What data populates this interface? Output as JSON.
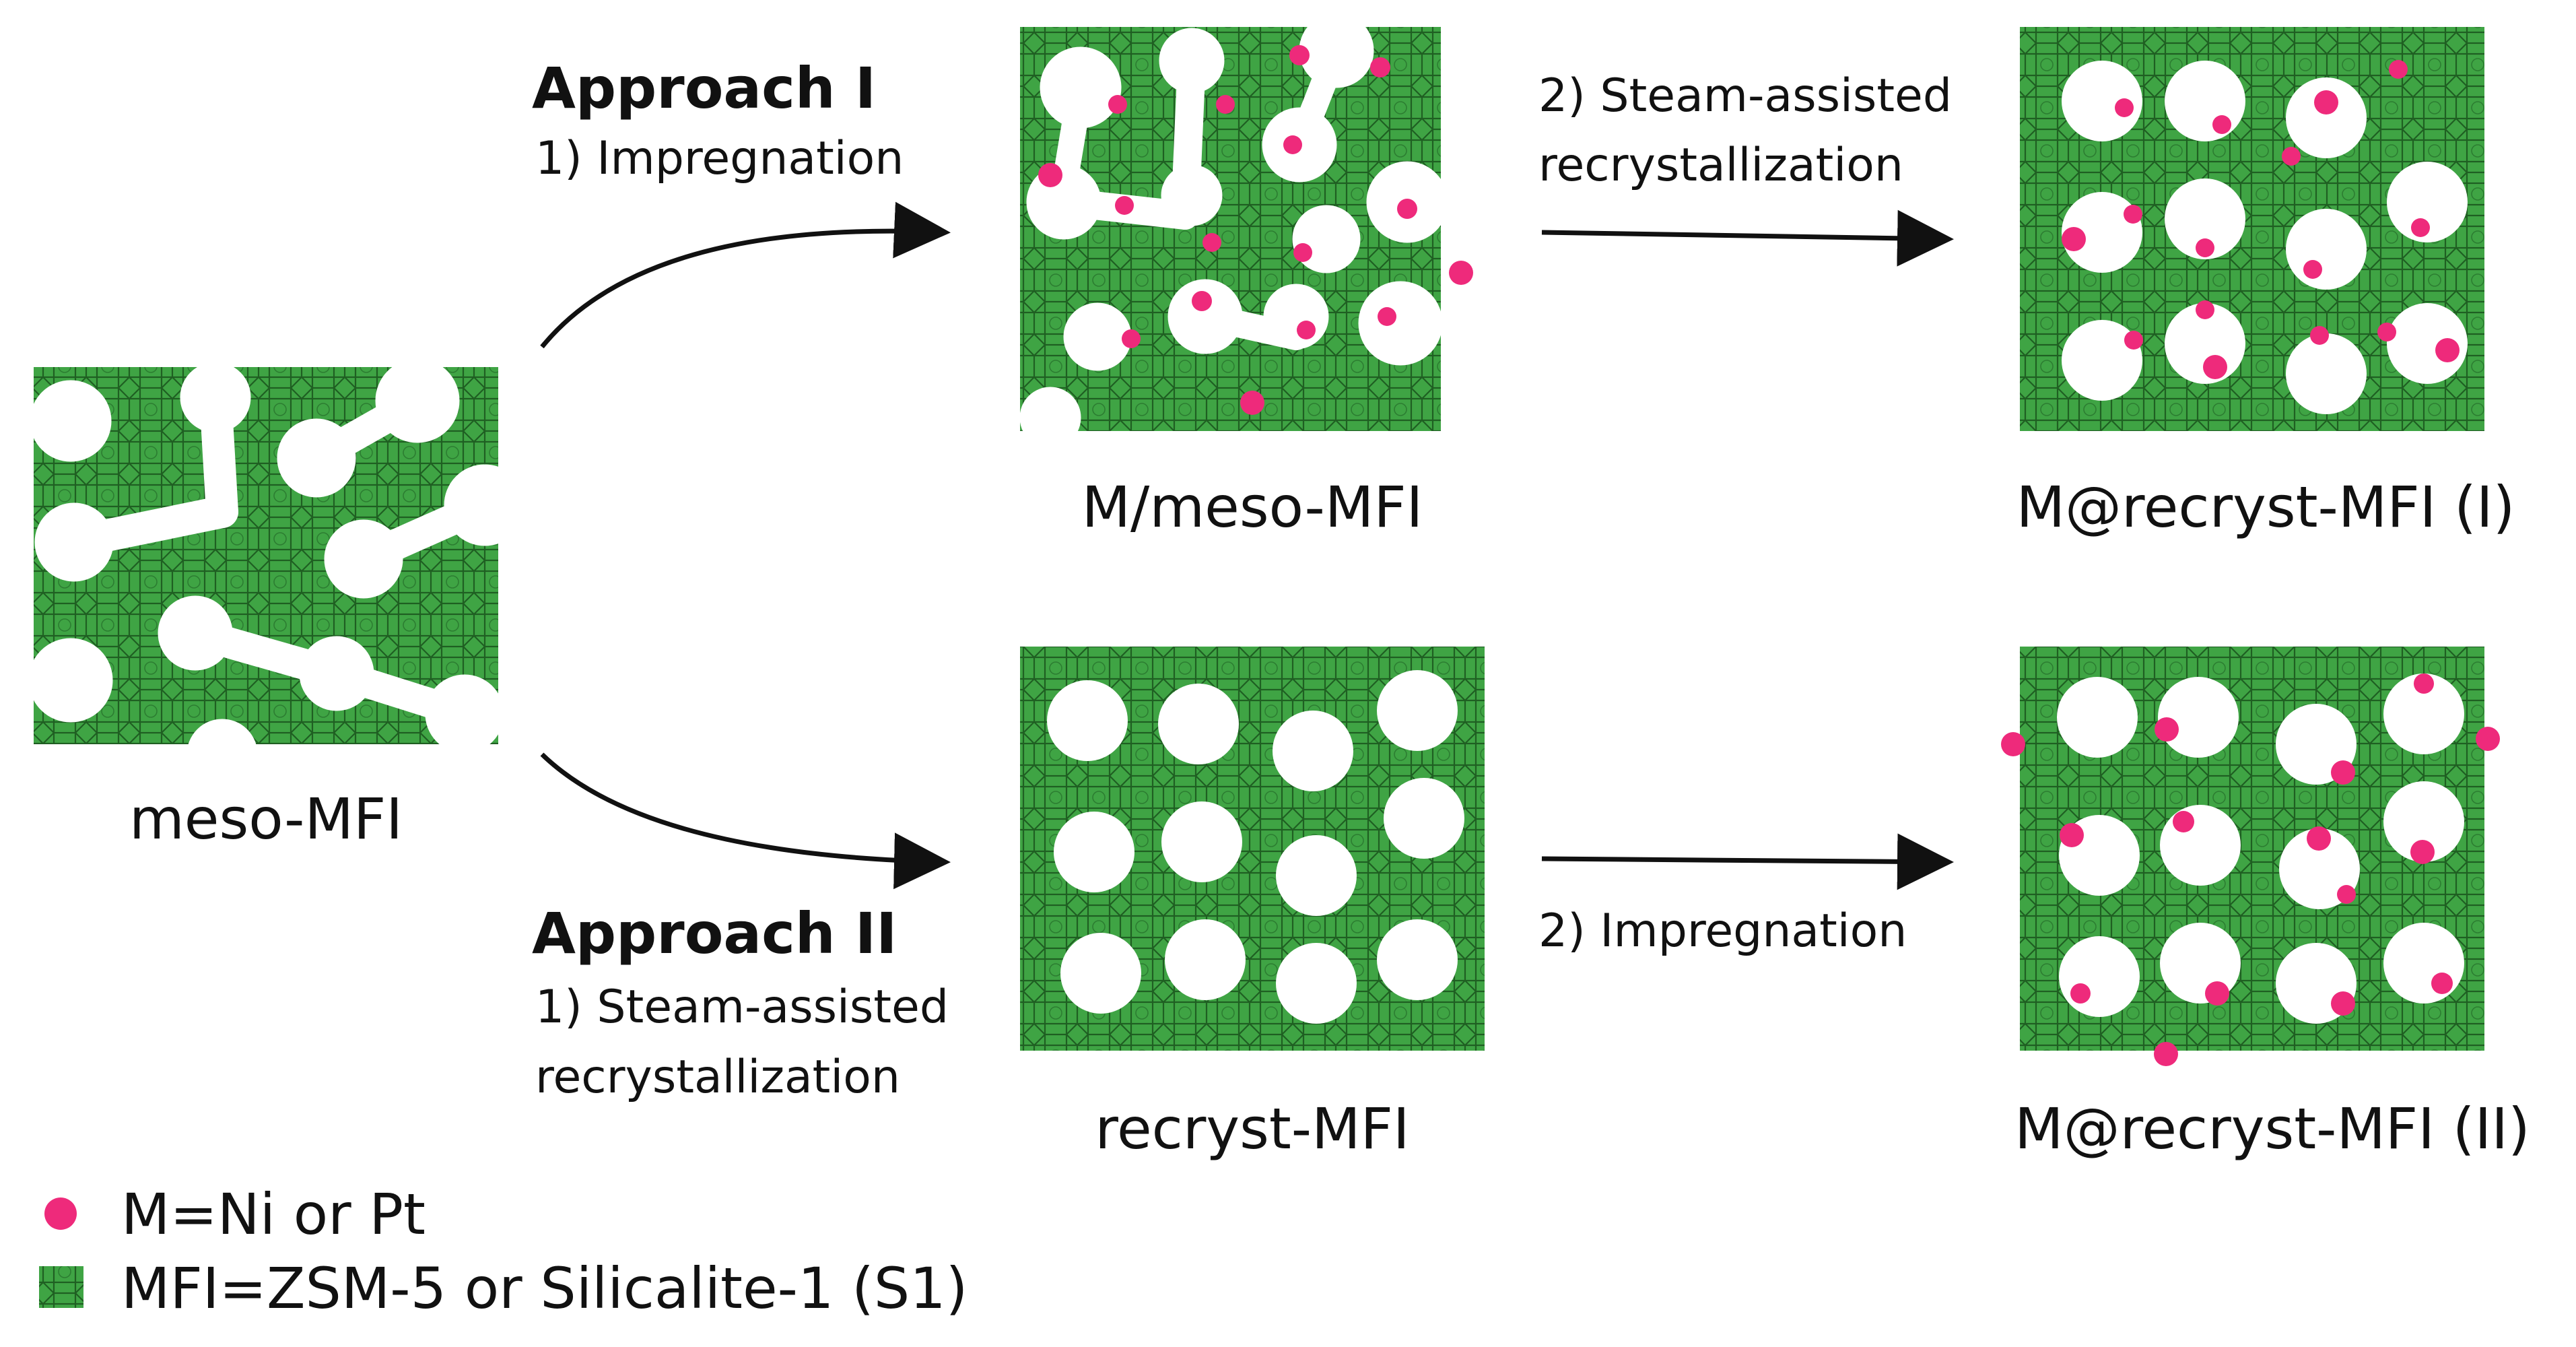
{
  "colors": {
    "mfi_green": "#3fa444",
    "mfi_line": "#1f5f22",
    "metal_pink": "#ee2a7b",
    "arrow": "#111111"
  },
  "left_panel": {
    "label": "meso-MFI"
  },
  "approach_1": {
    "heading": "Approach I",
    "step1": "1) Impregnation",
    "mid_label": "M/meso-MFI",
    "step2_line1": "2) Steam-assisted",
    "step2_line2": "recrystallization",
    "final_label": "M@recryst-MFI (I)"
  },
  "approach_2": {
    "heading": "Approach II",
    "step1_line1": "1) Steam-assisted",
    "step1_line2": "recrystallization",
    "mid_label": "recryst-MFI",
    "step2": "2) Impregnation",
    "final_label": "M@recryst-MFI (II)"
  },
  "legend": {
    "metal": "M=Ni or Pt",
    "mfi": "MFI=ZSM-5 or Silicalite-1 (S1)"
  },
  "icons": [
    "metal-particle-icon",
    "mfi-texture-icon",
    "arrow-icon"
  ]
}
